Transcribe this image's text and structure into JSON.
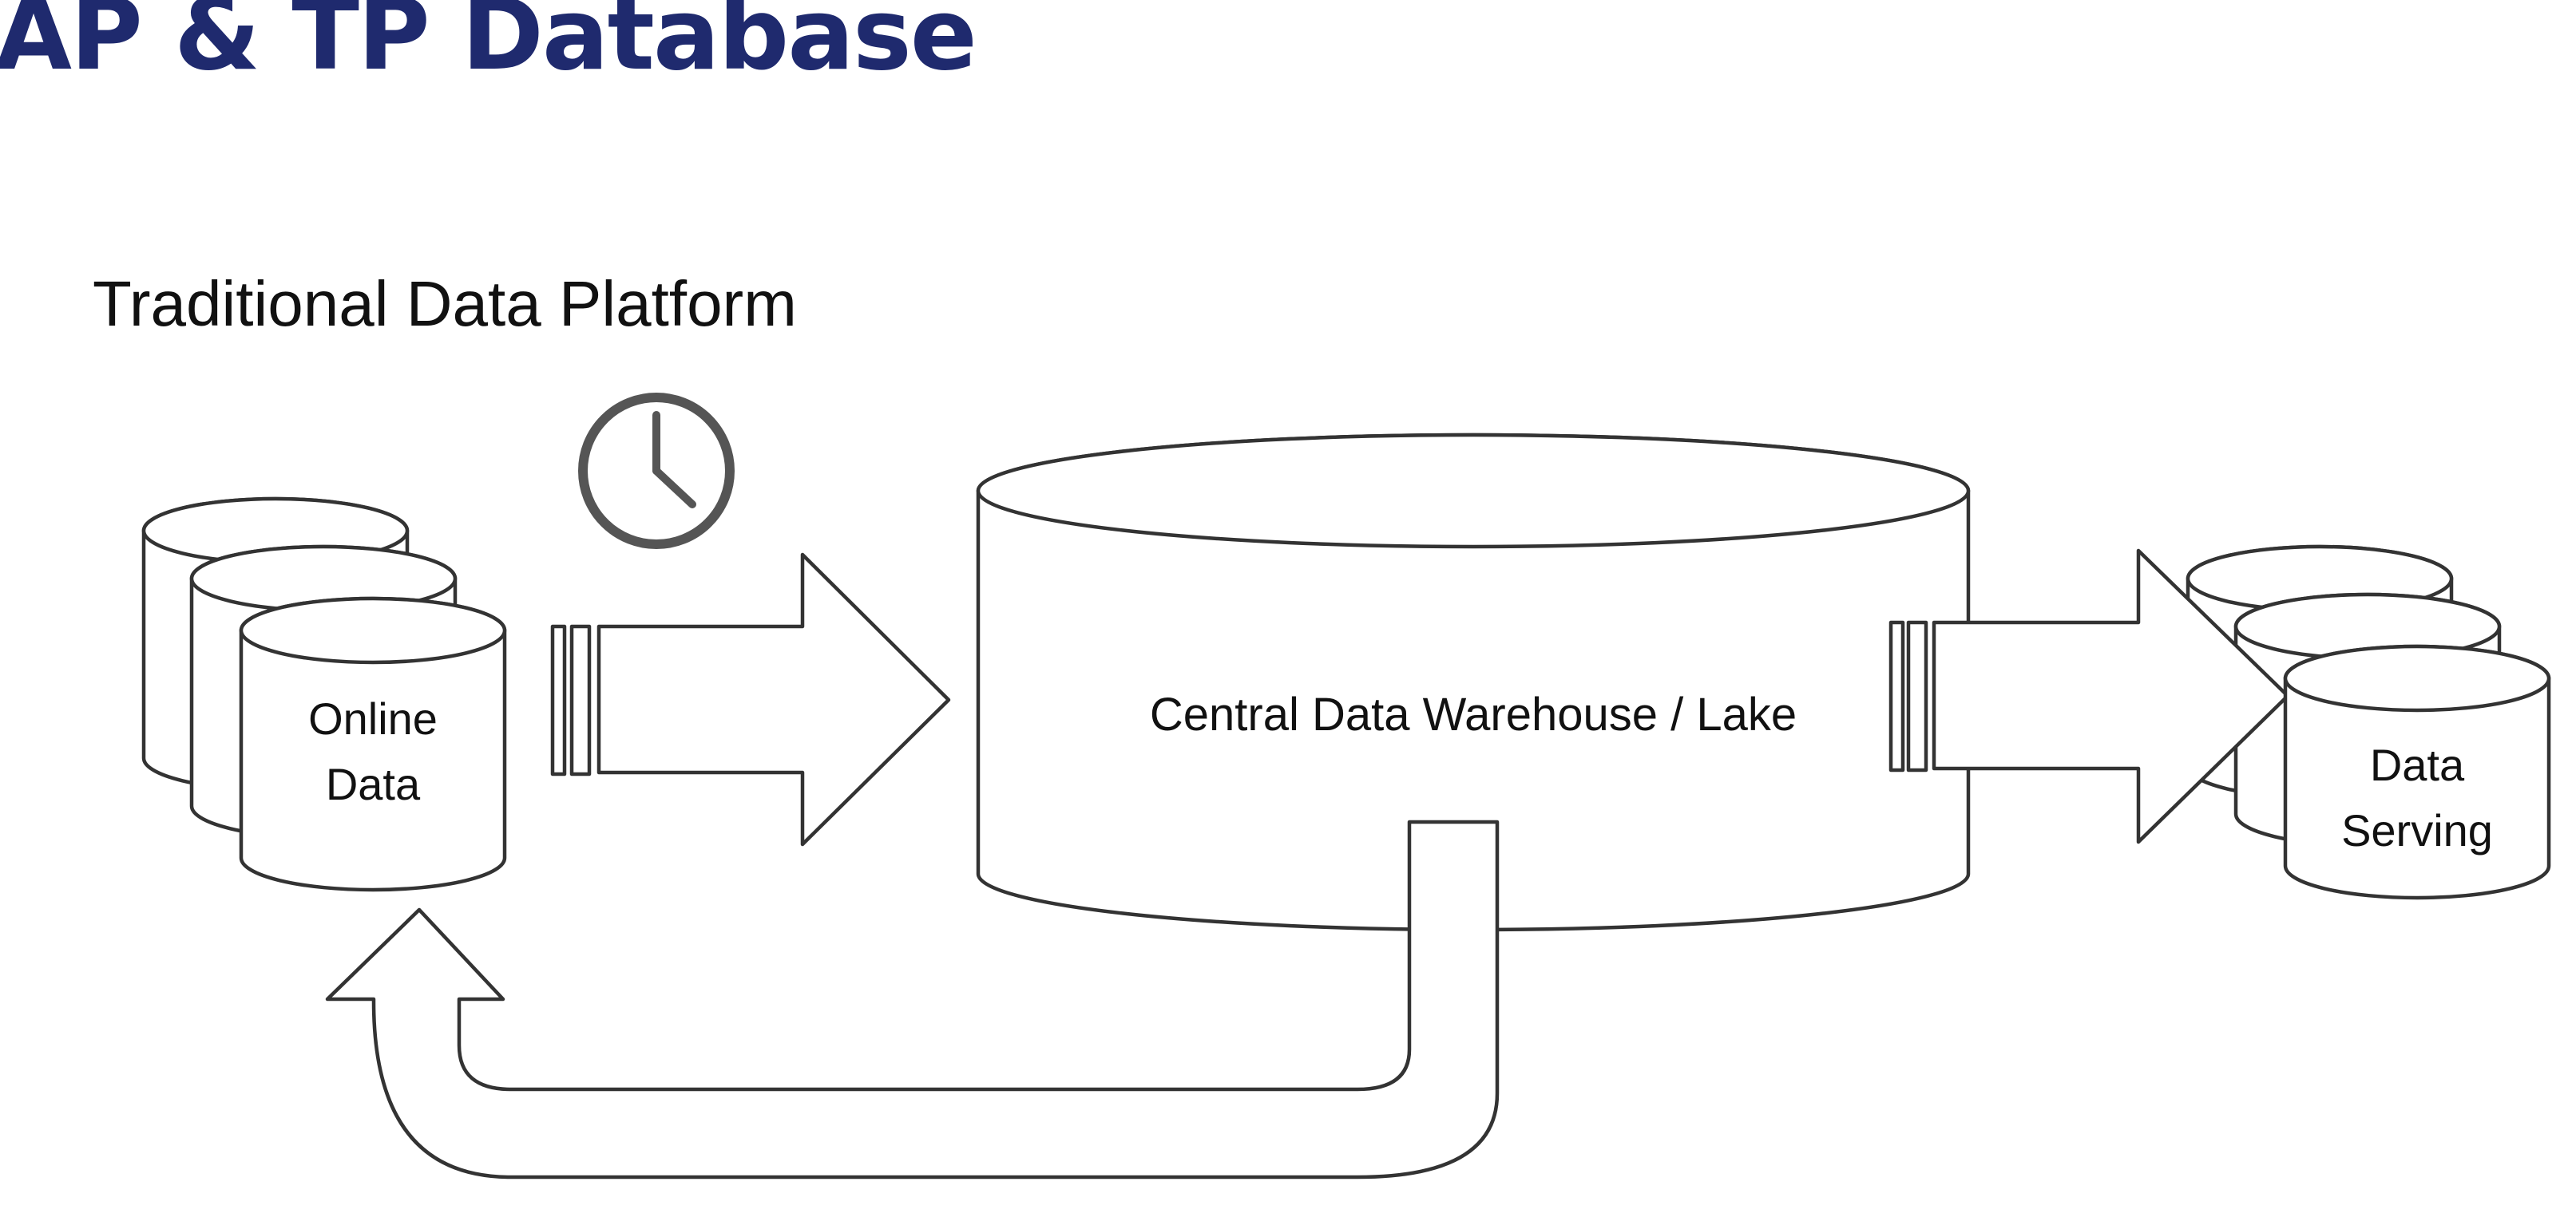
{
  "title": "AP & TP Database",
  "subtitle": "Traditional Data Platform",
  "colors": {
    "title": "#1f2a6e",
    "stroke": "#333333",
    "clock": "#555555",
    "text": "#111111"
  },
  "nodes": {
    "online": {
      "line1": "Online",
      "line2": "Data"
    },
    "warehouse": {
      "label": "Central Data Warehouse / Lake"
    },
    "serving": {
      "line1": "Data",
      "line2": "Serving"
    }
  },
  "icons": {
    "schedule": "clock-icon"
  }
}
